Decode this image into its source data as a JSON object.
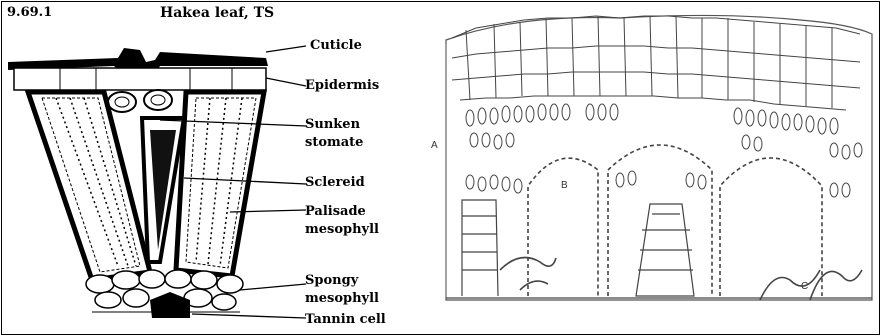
{
  "figure": {
    "number": "9.69.1",
    "title": "Hakea leaf, TS"
  },
  "labels": {
    "cuticle": "Cuticle",
    "epidermis": "Epidermis",
    "sunken_stomate_1": "Sunken",
    "sunken_stomate_2": "stomate",
    "sclereid": "Sclereid",
    "palisade_1": "Palisade",
    "palisade_2": "mesophyll",
    "spongy_1": "Spongy",
    "spongy_2": "mesophyll",
    "tannin": "Tannin cell"
  },
  "letters": {
    "a": "A",
    "b": "B",
    "c": "C"
  }
}
